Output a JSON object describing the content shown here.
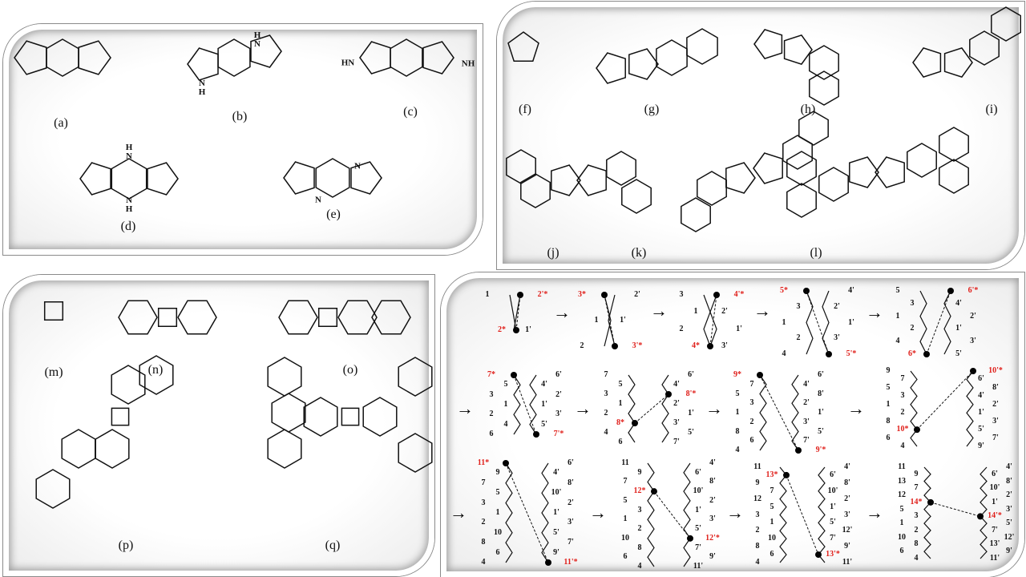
{
  "panel_1": {
    "captions": [
      "(a)",
      "(b)",
      "(c)",
      "(d)",
      "(e)"
    ],
    "atoms": {
      "b": [
        "H\nN",
        "N\nH"
      ],
      "c": [
        "HN",
        "NH"
      ],
      "d": [
        "H\nN",
        "N\nH"
      ],
      "e": [
        "N",
        "N"
      ]
    }
  },
  "panel_2": {
    "captions": [
      "(f)",
      "(g)",
      "(h)",
      "(i)",
      "(j)",
      "(k)",
      "(l)"
    ]
  },
  "panel_3": {
    "captions": [
      "(m)",
      "(n)",
      "(o)",
      "(p)",
      "(q)"
    ]
  },
  "scheme": {
    "arrow": "→",
    "steps": [
      {
        "left": [
          "1",
          "2*"
        ],
        "right": [
          "2'*",
          "1'"
        ]
      },
      {
        "left": [
          "3*",
          "1",
          "2"
        ],
        "right": [
          "2'",
          "1'",
          "3'*"
        ]
      },
      {
        "left": [
          "3",
          "1",
          "2",
          "4*"
        ],
        "right": [
          "4'*",
          "2'",
          "1'",
          "3'"
        ]
      },
      {
        "left": [
          "5*",
          "3",
          "1",
          "2",
          "4"
        ],
        "right": [
          "4'",
          "2'",
          "1'",
          "3'",
          "5'*"
        ]
      },
      {
        "left": [
          "5",
          "3",
          "1",
          "2",
          "4",
          "6*"
        ],
        "right": [
          "6'*",
          "4'",
          "2'",
          "1'",
          "3'",
          "5'"
        ]
      },
      {
        "left": [
          "7*",
          "5",
          "3",
          "1",
          "2",
          "4",
          "6"
        ],
        "right": [
          "6'",
          "4'",
          "2'",
          "1'",
          "3'",
          "5'",
          "7'*"
        ]
      },
      {
        "left": [
          "7",
          "5",
          "3",
          "1",
          "2",
          "8*",
          "4",
          "6"
        ],
        "right": [
          "6'",
          "4'",
          "8'*",
          "2'",
          "1'",
          "3'",
          "5'",
          "7'"
        ]
      },
      {
        "left": [
          "9*",
          "7",
          "5",
          "3",
          "1",
          "2",
          "8",
          "6",
          "4"
        ],
        "right": [
          "6'",
          "4'",
          "8'",
          "2'",
          "1'",
          "3'",
          "5'",
          "7'",
          "9'*"
        ]
      },
      {
        "left": [
          "9",
          "7",
          "5",
          "3",
          "1",
          "2",
          "8",
          "10*",
          "6",
          "4"
        ],
        "right": [
          "10'*",
          "6'",
          "8'",
          "4'",
          "2'",
          "1'",
          "3'",
          "5'",
          "7'",
          "9'"
        ]
      },
      {
        "left": [
          "11*",
          "9",
          "7",
          "5",
          "3",
          "1",
          "2",
          "10",
          "8",
          "6",
          "4"
        ],
        "right": [
          "6'",
          "4'",
          "8'",
          "10'",
          "2'",
          "1'",
          "3'",
          "5'",
          "7'",
          "9'",
          "11'*"
        ]
      },
      {
        "left": [
          "11",
          "9",
          "7",
          "12*",
          "5",
          "3",
          "1",
          "2",
          "10",
          "8",
          "6",
          "4"
        ],
        "right": [
          "4'",
          "6'",
          "8'",
          "10'",
          "2'",
          "1'",
          "3'",
          "5'",
          "12'*",
          "7'",
          "9'",
          "11'"
        ]
      },
      {
        "left": [
          "11",
          "13*",
          "9",
          "7",
          "12",
          "5",
          "3",
          "1",
          "2",
          "10",
          "8",
          "6",
          "4"
        ],
        "right": [
          "4'",
          "6'",
          "8'",
          "10'",
          "2'",
          "1'",
          "3'",
          "5'",
          "12'",
          "7'",
          "9'",
          "13'*",
          "11'"
        ]
      },
      {
        "left": [
          "11",
          "9",
          "13",
          "7",
          "12",
          "14*",
          "5",
          "3",
          "1",
          "2",
          "10",
          "8",
          "6",
          "4"
        ],
        "right": [
          "4'",
          "6'",
          "8'",
          "10'",
          "2'",
          "1'",
          "3'",
          "14'*",
          "5'",
          "7'",
          "12'",
          "13'",
          "9'",
          "11'"
        ]
      }
    ]
  },
  "colors": {
    "highlight": "#e0201b",
    "line": "#111111"
  }
}
